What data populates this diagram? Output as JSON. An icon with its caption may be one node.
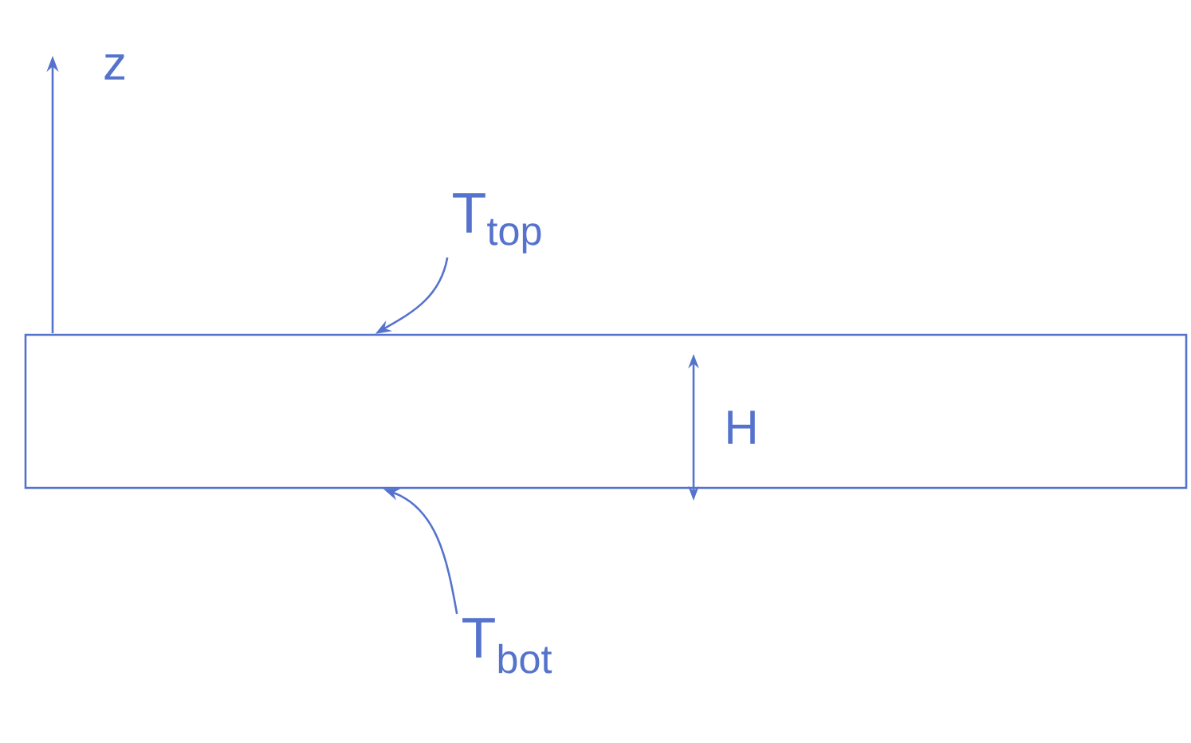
{
  "diagram": {
    "nodes": [
      {
        "text": [
          "T$_{top}$"
        ]
      },
      {
        "text": [],
        "shape": "box"
      },
      {
        "text": [
          "T$_{bot}$"
        ]
      }
    ],
    "edges": [
      {
        "from": 0,
        "to": 1,
        "arrow": "to"
      },
      {
        "from": 2,
        "to": 1,
        "arrow": "to"
      }
    ],
    "labels": [
      "z",
      "H"
    ]
  }
}
